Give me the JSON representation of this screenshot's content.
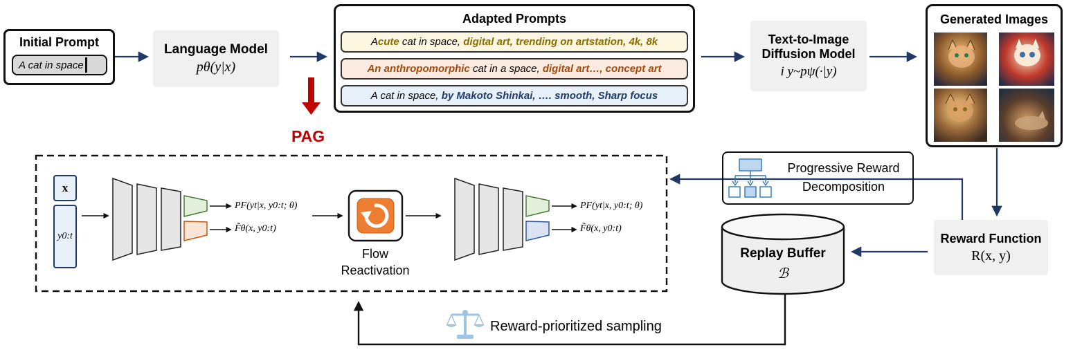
{
  "initial_prompt": {
    "title": "Initial Prompt",
    "text": "A cat in space"
  },
  "language_model": {
    "title": "Language Model",
    "formula": "pθ(y|x)"
  },
  "adapted_prompts": {
    "title": "Adapted Prompts",
    "rows": [
      {
        "parts": [
          {
            "t": "A ",
            "bold": false
          },
          {
            "t": "cute",
            "bold": true
          },
          {
            "t": " cat in space, ",
            "bold": false
          },
          {
            "t": "digital art, trending on artstation, 4k, 8k",
            "bold": true
          }
        ],
        "fill": "#fdf7e1",
        "accent": "#8a6d00"
      },
      {
        "parts": [
          {
            "t": "An anthropomorphic",
            "bold": true
          },
          {
            "t": " cat in a space, ",
            "bold": false
          },
          {
            "t": "digital art…, concept art",
            "bold": true
          }
        ],
        "fill": "#fbeae0",
        "accent": "#a24b0c"
      },
      {
        "parts": [
          {
            "t": "A cat in space, ",
            "bold": false
          },
          {
            "t": "by Makoto Shinkai, …. smooth, Sharp focus",
            "bold": true
          }
        ],
        "fill": "#e8f0fa",
        "accent": "#1f3d6b"
      }
    ]
  },
  "diffusion": {
    "title_line1": "Text-to-Image",
    "title_line2": "Diffusion Model",
    "formula": "i y~pψ(·|y)"
  },
  "generated_images": {
    "title": "Generated Images"
  },
  "pag_label": "PAG",
  "pag_block": {
    "input_x": "x",
    "input_y": "y0:t",
    "out_pf_1": "PF(yt|x, y0:t; θ)",
    "out_f_1": "F̃θ(x, y0:t)",
    "out_pf_2": "PF(yt|x, y0:t; θ)",
    "out_f_2": "F̃θ(x, y0:t)",
    "flow_line1": "Flow",
    "flow_line2": "Reactivation"
  },
  "progressive": {
    "line1": "Progressive Reward",
    "line2": "Decomposition"
  },
  "reward_function": {
    "title": "Reward Function",
    "formula": "R(x, y)"
  },
  "replay_buffer": {
    "title": "Replay Buffer",
    "symbol": "ℬ"
  },
  "sampling_label": "Reward-prioritized sampling",
  "colors": {
    "arrow": "#1f3864",
    "pag_red": "#c00000",
    "gray_box": "#f0f0f0",
    "green_trap": "#e2efda",
    "orange_trap": "#fbe5d6",
    "blue_trap": "#dae3f3",
    "input_blue": "#e8f0fa",
    "reactivation_orange": "#ed7d31"
  }
}
